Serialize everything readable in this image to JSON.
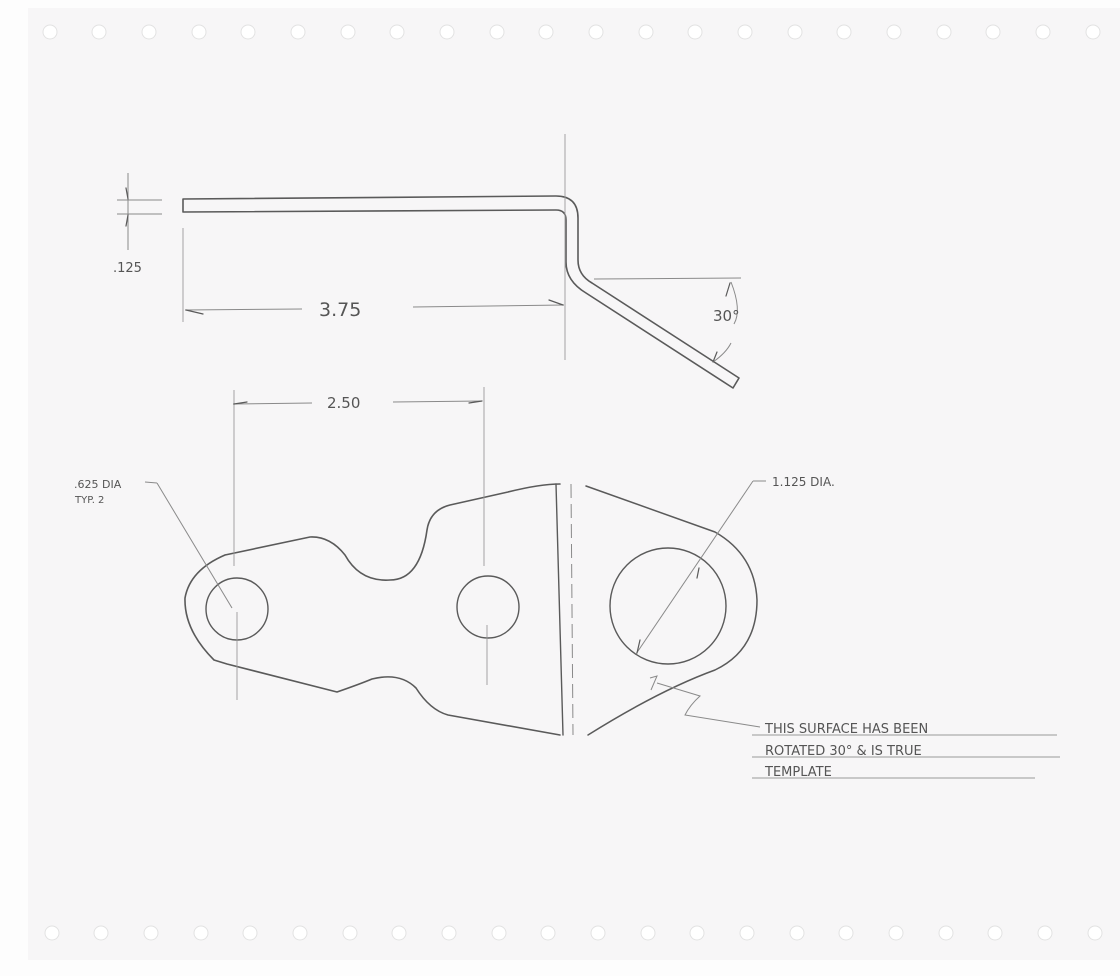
{
  "drawing": {
    "type": "hand-drawn bracket technical drawing",
    "side_view": {
      "thickness_label": ".125",
      "length_label": "3.75",
      "bend_angle_label": "30°"
    },
    "top_view": {
      "hole_spacing_label": "2.50",
      "small_holes_label_line1": ".625 DIA",
      "small_holes_label_line2": "TYP. 2",
      "large_hole_label": "1.125 DIA."
    },
    "note": {
      "line1": "THIS SURFACE HAS BEEN",
      "line2": "ROTATED 30° & IS TRUE",
      "line3": "TEMPLATE"
    }
  },
  "colors": {
    "paper": "#f7f6f7",
    "pencil": "#5a5a5a"
  }
}
